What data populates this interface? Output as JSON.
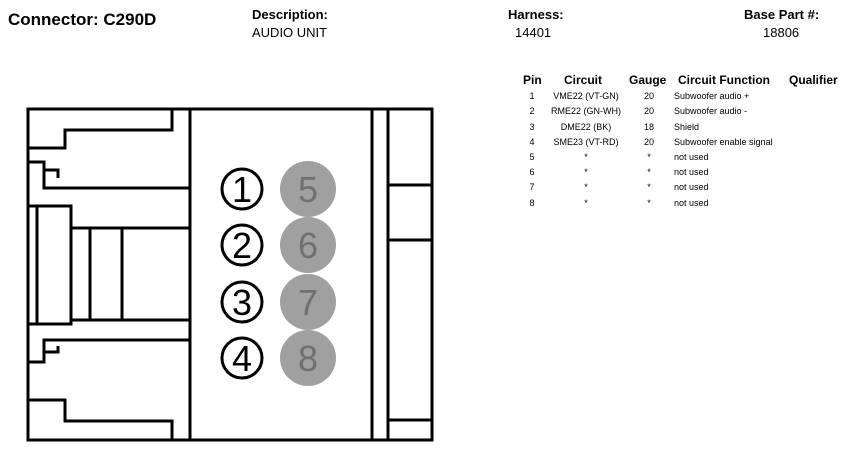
{
  "connector": {
    "label": "Connector: C290D"
  },
  "header": {
    "description_label": "Description:",
    "description_value": "AUDIO UNIT",
    "harness_label": "Harness:",
    "harness_value": "14401",
    "base_part_label": "Base Part #:",
    "base_part_value": "18806"
  },
  "table": {
    "columns": [
      "Pin",
      "Circuit",
      "Gauge",
      "Circuit Function",
      "Qualifier"
    ],
    "rows": [
      {
        "pin": "1",
        "circuit": "VME22 (VT-GN)",
        "gauge": "20",
        "function": "Subwoofer audio +"
      },
      {
        "pin": "2",
        "circuit": "RME22 (GN-WH)",
        "gauge": "20",
        "function": "Subwoofer audio -"
      },
      {
        "pin": "3",
        "circuit": "DME22 (BK)",
        "gauge": "18",
        "function": "Shield"
      },
      {
        "pin": "4",
        "circuit": "SME23 (VT-RD)",
        "gauge": "20",
        "function": "Subwoofer enable signal"
      },
      {
        "pin": "5",
        "circuit": "*",
        "gauge": "*",
        "function": "not used"
      },
      {
        "pin": "6",
        "circuit": "*",
        "gauge": "*",
        "function": "not used"
      },
      {
        "pin": "7",
        "circuit": "*",
        "gauge": "*",
        "function": "not used"
      },
      {
        "pin": "8",
        "circuit": "*",
        "gauge": "*",
        "function": "not used"
      }
    ]
  },
  "diagram": {
    "used_pins": [
      "1",
      "2",
      "3",
      "4"
    ],
    "unused_pins": [
      "5",
      "6",
      "7",
      "8"
    ],
    "unused_color": "#a0a0a0"
  }
}
